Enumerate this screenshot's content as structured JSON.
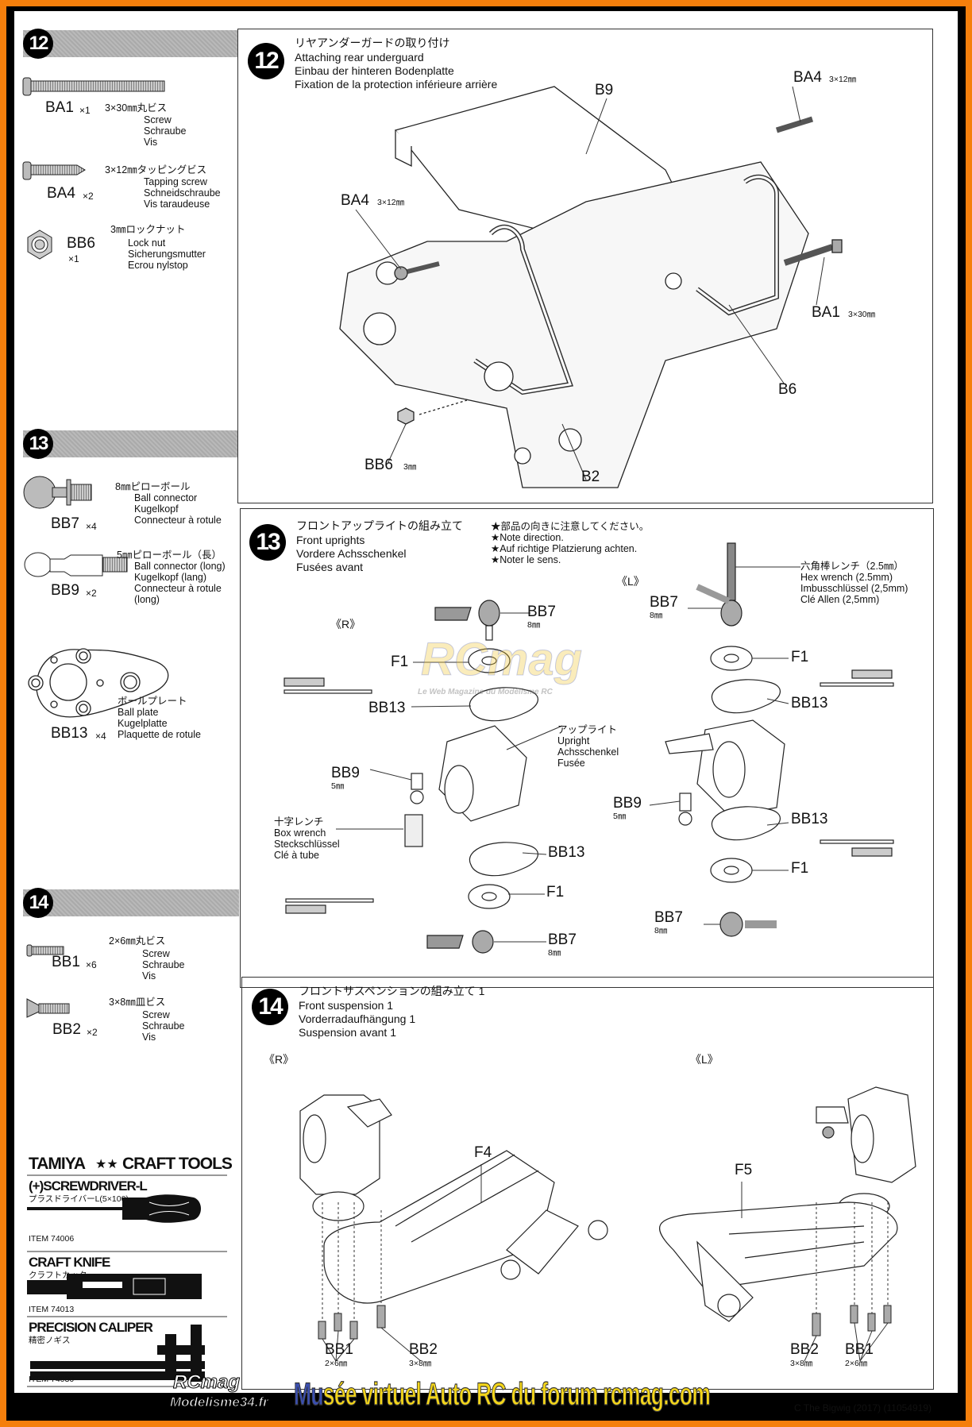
{
  "left": {
    "step12": {
      "number": "12",
      "parts": [
        {
          "code": "BA1",
          "qty": "×1",
          "jp": "3×30㎜丸ビス",
          "en": "Screw",
          "de": "Schraube",
          "fr": "Vis"
        },
        {
          "code": "BA4",
          "qty": "×2",
          "jp": "3×12㎜タッピングビス",
          "en": "Tapping screw",
          "de": "Schneidschraube",
          "fr": "Vis taraudeuse"
        },
        {
          "code": "BB6",
          "qty": "×1",
          "jp": "3㎜ロックナット",
          "en": "Lock nut",
          "de": "Sicherungsmutter",
          "fr": "Ecrou nylstop"
        }
      ]
    },
    "step13": {
      "number": "13",
      "parts": [
        {
          "code": "BB7",
          "qty": "×4",
          "jp": "8㎜ピローボール",
          "en": "Ball connector",
          "de": "Kugelkopf",
          "fr": "Connecteur à rotule"
        },
        {
          "code": "BB9",
          "qty": "×2",
          "jp": "5㎜ピローボール（長）",
          "en": "Ball connector (long)",
          "de": "Kugelkopf (lang)",
          "fr": "Connecteur à rotule",
          "fr2": "(long)"
        },
        {
          "code": "BB13",
          "qty": "×4",
          "jp": "ボールプレート",
          "en": "Ball plate",
          "de": "Kugelplatte",
          "fr": "Plaquette de rotule"
        }
      ]
    },
    "step14": {
      "number": "14",
      "parts": [
        {
          "code": "BB1",
          "qty": "×6",
          "jp": "2×6㎜丸ビス",
          "en": "Screw",
          "de": "Schraube",
          "fr": "Vis"
        },
        {
          "code": "BB2",
          "qty": "×2",
          "jp": "3×8㎜皿ビス",
          "en": "Screw",
          "de": "Schraube",
          "fr": "Vis"
        }
      ]
    },
    "tools": {
      "brand": "TAMIYA",
      "title": "CRAFT TOOLS",
      "items": [
        {
          "name": "(+)SCREWDRIVER-L",
          "jp": "プラスドライバーL(5×100)",
          "item": "ITEM 74006"
        },
        {
          "name": "CRAFT KNIFE",
          "jp": "クラフトカッター",
          "item": "ITEM 74013"
        },
        {
          "name": "PRECISION CALIPER",
          "jp": "精密ノギス",
          "item": "ITEM 74030"
        }
      ]
    }
  },
  "step12": {
    "number": "12",
    "jp": "リヤアンダーガードの取り付け",
    "en": "Attaching rear underguard",
    "de": "Einbau der hinteren Bodenplatte",
    "fr": "Fixation de la protection inférieure arrière",
    "labels": {
      "b9": "B9",
      "ba4_right": "BA4",
      "ba4_right_size": "3×12㎜",
      "ba4_left": "BA4",
      "ba4_left_size": "3×12㎜",
      "ba1": "BA1",
      "ba1_size": "3×30㎜",
      "b6": "B6",
      "bb6": "BB6",
      "bb6_size": "3㎜",
      "b2": "B2"
    }
  },
  "step13": {
    "number": "13",
    "jp": "フロントアップライトの組み立て",
    "en": "Front uprights",
    "de": "Vordere Achsschenkel",
    "fr": "Fusées avant",
    "notes": [
      "★部品の向きに注意してください。",
      "★Note direction.",
      "★Auf richtige Platzierung achten.",
      "★Noter le sens."
    ],
    "hex": {
      "jp": "六角棒レンチ（2.5㎜）",
      "en": "Hex wrench (2.5mm)",
      "de": "Imbusschlüssel (2,5mm)",
      "fr": "Clé Allen (2,5mm)"
    },
    "box": {
      "jp": "十字レンチ",
      "en": "Box wrench",
      "de": "Steckschlüssel",
      "fr": "Clé à tube"
    },
    "upright": {
      "jp": "アップライト",
      "en": "Upright",
      "de": "Achsschenkel",
      "fr": "Fusée"
    },
    "right": "《R》",
    "left": "《L》",
    "labels": {
      "bb7": "BB7",
      "size8": "8㎜",
      "f1": "F1",
      "bb13": "BB13",
      "bb9": "BB9",
      "size5": "5㎜"
    }
  },
  "step14": {
    "number": "14",
    "jp": "フロントサスペンションの組み立て 1",
    "en": "Front suspension 1",
    "de": "Vorderradaufhängung 1",
    "fr": "Suspension avant 1",
    "right": "《R》",
    "left": "《L》",
    "labels": {
      "f4": "F4",
      "f5": "F5",
      "bb1": "BB1",
      "bb1_size": "2×6㎜",
      "bb2": "BB2",
      "bb2_size": "3×8㎜"
    }
  },
  "footer": {
    "logo_top": "RCmag",
    "logo_bottom": "Modelisme34.fr",
    "watermark_pre": "Mu",
    "watermark": "sée virtuel Auto RC du forum rcmag.com",
    "credit": "C The Bigwig (2017) (11054919)",
    "center_watermark": "RCmag",
    "center_watermark_sub": "Le Web Magazine du Modélisme RC"
  },
  "colors": {
    "border": "#f57f0c",
    "frame": "#000000",
    "watermark": "#f3d51a",
    "watermark_accent": "#3b4fb0"
  }
}
